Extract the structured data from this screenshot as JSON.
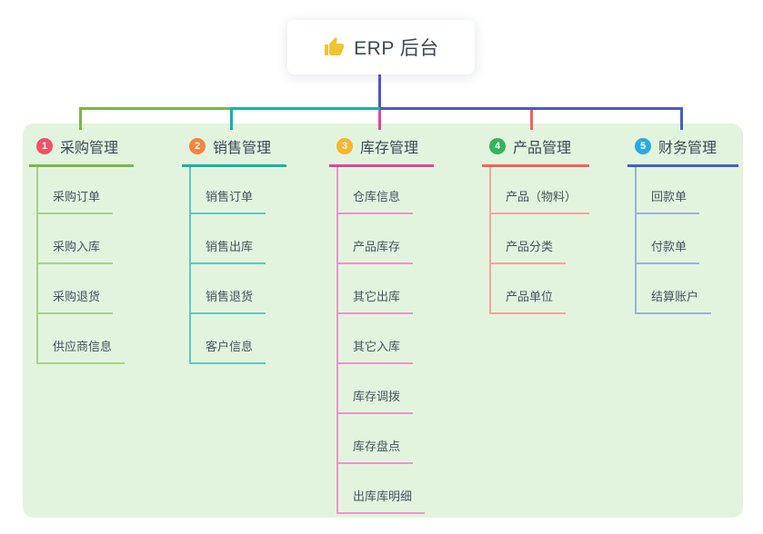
{
  "root": {
    "label": "ERP 后台",
    "icon": "thumbs-up-icon"
  },
  "connector": {
    "trunk_color": "#4b57c8"
  },
  "panel_color": "#e3f4de",
  "branches": [
    {
      "number": "1",
      "label": "采购管理",
      "color": "#7ab648",
      "child_color": "#a9d287",
      "badge_color": "#ee5267",
      "children": [
        "采购订单",
        "采购入库",
        "采购退货",
        "供应商信息"
      ]
    },
    {
      "number": "2",
      "label": "销售管理",
      "color": "#14b2aa",
      "child_color": "#5ec9c1",
      "badge_color": "#f5843f",
      "children": [
        "销售订单",
        "销售出库",
        "销售退货",
        "客户信息"
      ]
    },
    {
      "number": "3",
      "label": "库存管理",
      "color": "#d9489e",
      "child_color": "#ee93cb",
      "badge_color": "#f7b52c",
      "children": [
        "仓库信息",
        "产品库存",
        "其它出库",
        "其它入库",
        "库存调拨",
        "库存盘点",
        "出库库明细"
      ]
    },
    {
      "number": "4",
      "label": "产品管理",
      "color": "#f75f5f",
      "child_color": "#f8a2a2",
      "badge_color": "#33b45c",
      "children": [
        "产品（物料）",
        "产品分类",
        "产品单位"
      ]
    },
    {
      "number": "5",
      "label": "财务管理",
      "color": "#4060c5",
      "child_color": "#9cb1de",
      "badge_color": "#2aaae2",
      "children": [
        "回款单",
        "付款单",
        "结算账户"
      ]
    }
  ]
}
